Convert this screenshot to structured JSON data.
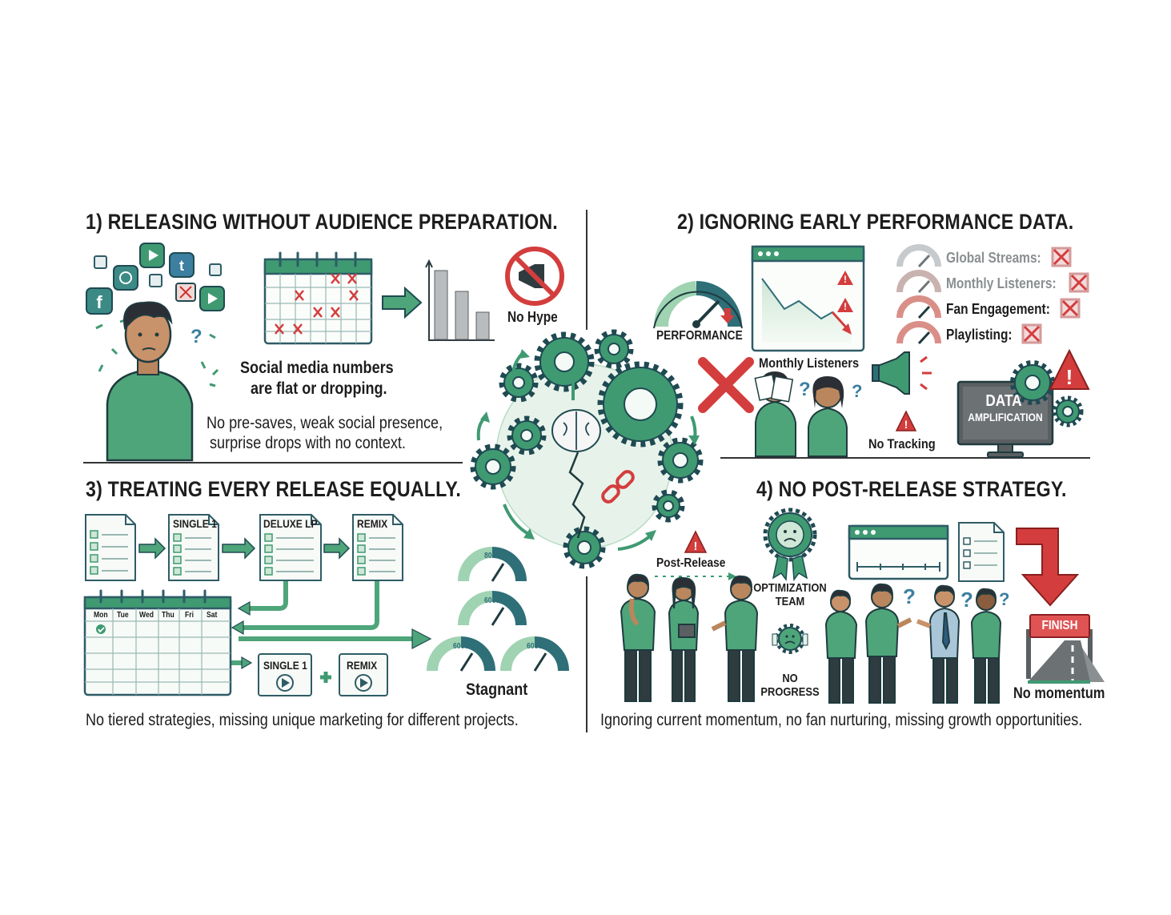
{
  "sections": [
    {
      "heading": "1) RELEASING WITHOUT AUDIENCE PREPARATION.",
      "caption_social": "Social media numbers are flat or dropping.",
      "caption_social_line1": "Social media numbers",
      "caption_social_line2": "are flat or dropping.",
      "no_hype": "No Hype",
      "caption_line1": "No pre-saves, weak social presence,",
      "caption_line2": "surprise drops with no context."
    },
    {
      "heading": "2) IGNORING EARLY PERFORMANCE DATA.",
      "gauge_label": "PERFORMANCE",
      "chart_label": "Monthly Listeners",
      "metrics": [
        {
          "label": "Global Streams:",
          "muted": true
        },
        {
          "label": "Monthly Listeners:",
          "muted": true
        },
        {
          "label": "Fan Engagement:",
          "muted": false
        },
        {
          "label": "Playlisting:",
          "muted": false
        }
      ],
      "no_tracking": "No Tracking",
      "monitor_line1": "DATA",
      "monitor_line2": "AMPLIFICATION"
    },
    {
      "heading": "3) TREATING EVERY RELEASE EQUALLY.",
      "cards": [
        "SINGLE 1",
        "DELUXE LP",
        "REMIX"
      ],
      "days": [
        "Mon",
        "Tue",
        "Wed",
        "Thu",
        "Fri",
        "Sat"
      ],
      "players": [
        "SINGLE 1",
        "REMIX"
      ],
      "gauges": [
        "8000",
        "6000",
        "6000",
        "6000"
      ],
      "stagnant": "Stagnant",
      "caption": "No tiered strategies, missing unique marketing for different projects."
    },
    {
      "heading": "4) NO POST-RELEASE STRATEGY.",
      "post_release": "Post-Release",
      "team_line1": "OPTIMIZATION",
      "team_line2": "TEAM",
      "progress_line1": "NO",
      "progress_line2": "PROGRESS",
      "finish": "FINISH",
      "no_momentum": "No momentum",
      "caption": "Ignoring current momentum, no fan nurturing, missing growth opportunities."
    }
  ],
  "colors": {
    "green": "#3f9a72",
    "teal": "#2e6f78",
    "light_green": "#e4f2e8",
    "red": "#d43d3d",
    "ink": "#1d1d1d"
  }
}
